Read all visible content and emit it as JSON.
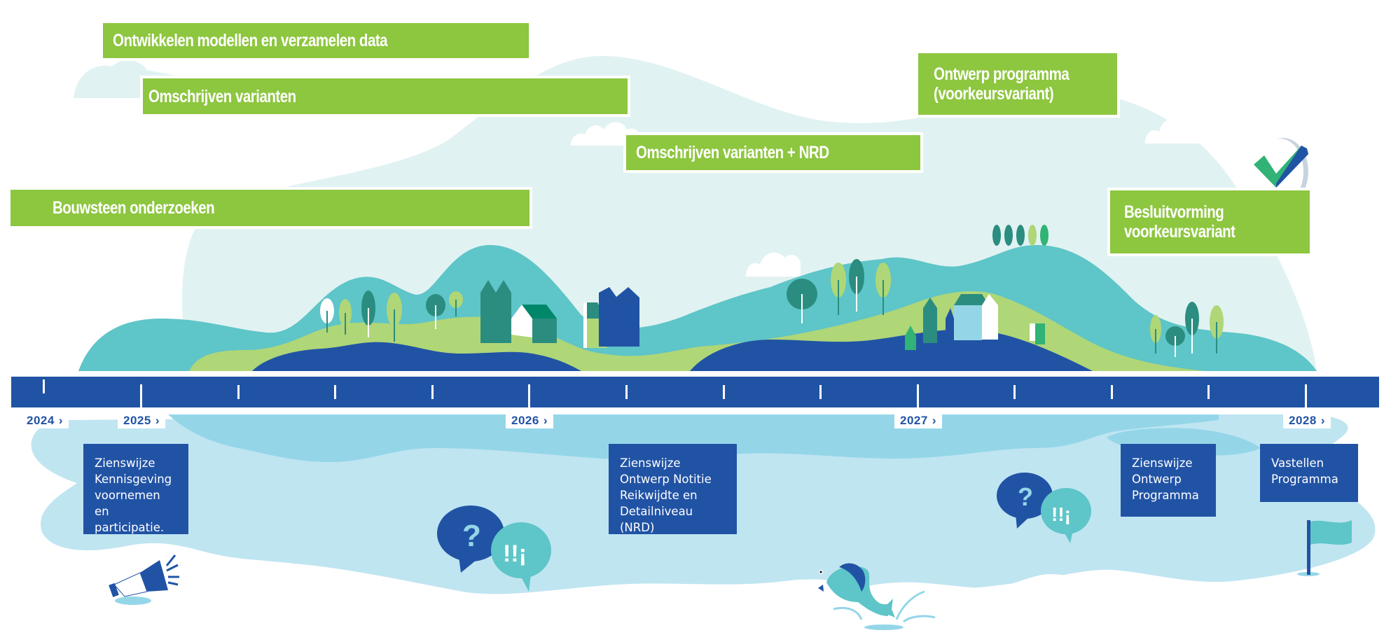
{
  "title": "Planning tijdlijn programma",
  "colors": {
    "phase_green": "#8dc63f",
    "timeline_blue": "#2153a5",
    "sky": "#e1f2f2",
    "hill_teal": "#5ec5c8",
    "hill_green": "#afd677",
    "water_dark": "#2153a5",
    "water_light": "#bfe5f1",
    "water_mid": "#94d6e8"
  },
  "phases": [
    {
      "label": "Ontwikkelen modellen en verzamelen data"
    },
    {
      "label": "Omschrijven varianten"
    },
    {
      "label": "Omschrijven varianten + NRD"
    },
    {
      "label": "Ontwerp programma",
      "label2": "(voorkeursvariant)"
    },
    {
      "label": "Bouwsteen onderzoeken"
    },
    {
      "label": "Besluitvorming",
      "label2": "voorkeursvariant"
    }
  ],
  "timeline": {
    "years": [
      "2024",
      "2025",
      "2026",
      "2027",
      "2028"
    ],
    "chevron": "›",
    "ticks_per_year": 4
  },
  "events": [
    {
      "lines": [
        "Zienswijze",
        "Kennisgeving",
        "voornemen en",
        "participatie."
      ]
    },
    {
      "lines": [
        "Zienswijze",
        "Ontwerp Notitie",
        "Reikwijdte en",
        "Detailniveau (NRD)"
      ]
    },
    {
      "lines": [
        "Zienswijze",
        "Ontwerp",
        "Programma"
      ]
    },
    {
      "lines": [
        "Vastellen",
        "Programma"
      ]
    }
  ],
  "icons": {
    "megaphone": "megaphone-icon",
    "speech_1": "question-exclamation-speech-bubbles-icon",
    "speech_2": "question-exclamation-speech-bubbles-icon",
    "fish": "jumping-fish-icon",
    "flag": "finish-flag-icon",
    "check": "checkmark-icon",
    "question_glyph": "?",
    "exclaim_glyph": "!!¡"
  }
}
